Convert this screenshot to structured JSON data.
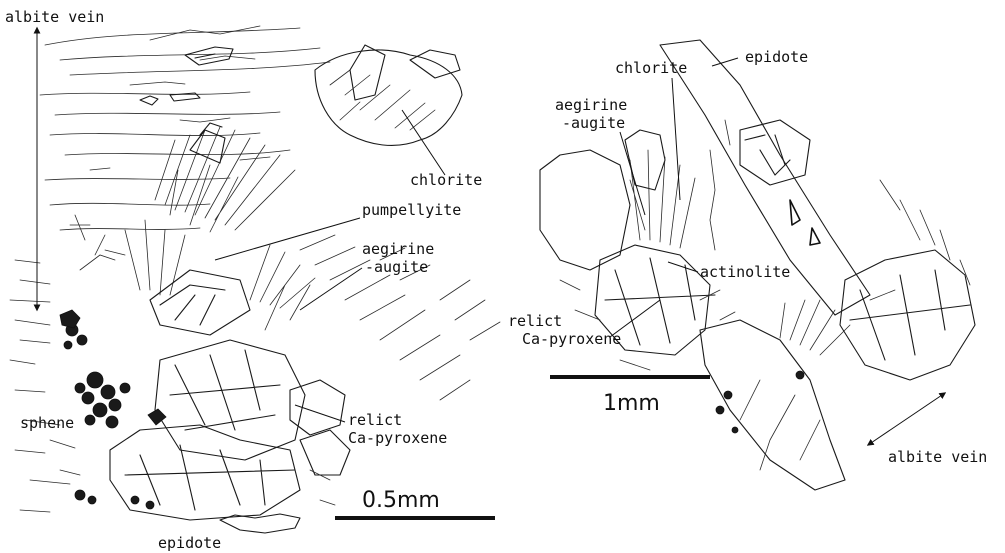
{
  "left_panel": {
    "labels": {
      "albite_vein": "albite vein",
      "chlorite": "chlorite",
      "pumpellyite": "pumpellyite",
      "aegirine_1": "aegirine",
      "aegirine_2": "-augite",
      "relict_1": "relict",
      "relict_2": "Ca-pyroxene",
      "sphene": "sphene",
      "epidote": "epidote"
    },
    "scale_label": "0.5mm"
  },
  "right_panel": {
    "labels": {
      "epidote": "epidote",
      "chlorite": "chlorite",
      "aegirine_1": "aegirine",
      "aegirine_2": "-augite",
      "actinolite": "actinolite",
      "relict_1": "relict",
      "relict_2": "Ca-pyroxene",
      "albite_vein": "albite vein"
    },
    "scale_label": "1mm"
  }
}
